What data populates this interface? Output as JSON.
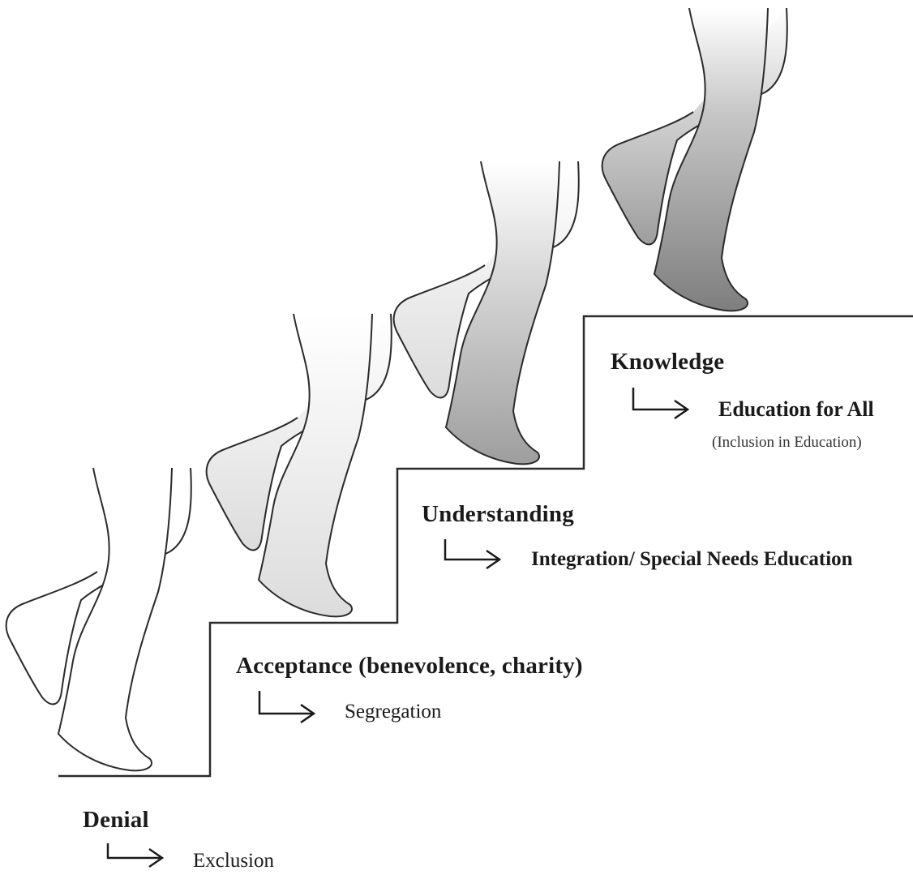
{
  "stages": [
    {
      "title": "Denial",
      "outcome": "Exclusion",
      "shade": "#ffffff"
    },
    {
      "title": "Acceptance (benevolence, charity)",
      "outcome": "Segregation",
      "shade": "#e6e6e6"
    },
    {
      "title": "Understanding",
      "outcome": "Integration/ Special Needs Education",
      "shade": "#a9a9a9"
    },
    {
      "title": "Knowledge",
      "outcome": "Education for All",
      "note": "(Inclusion in Education)",
      "shade": "#8a8a8a"
    }
  ],
  "colors": {
    "line": "#2a2a2a",
    "text": "#1a1a1a"
  }
}
